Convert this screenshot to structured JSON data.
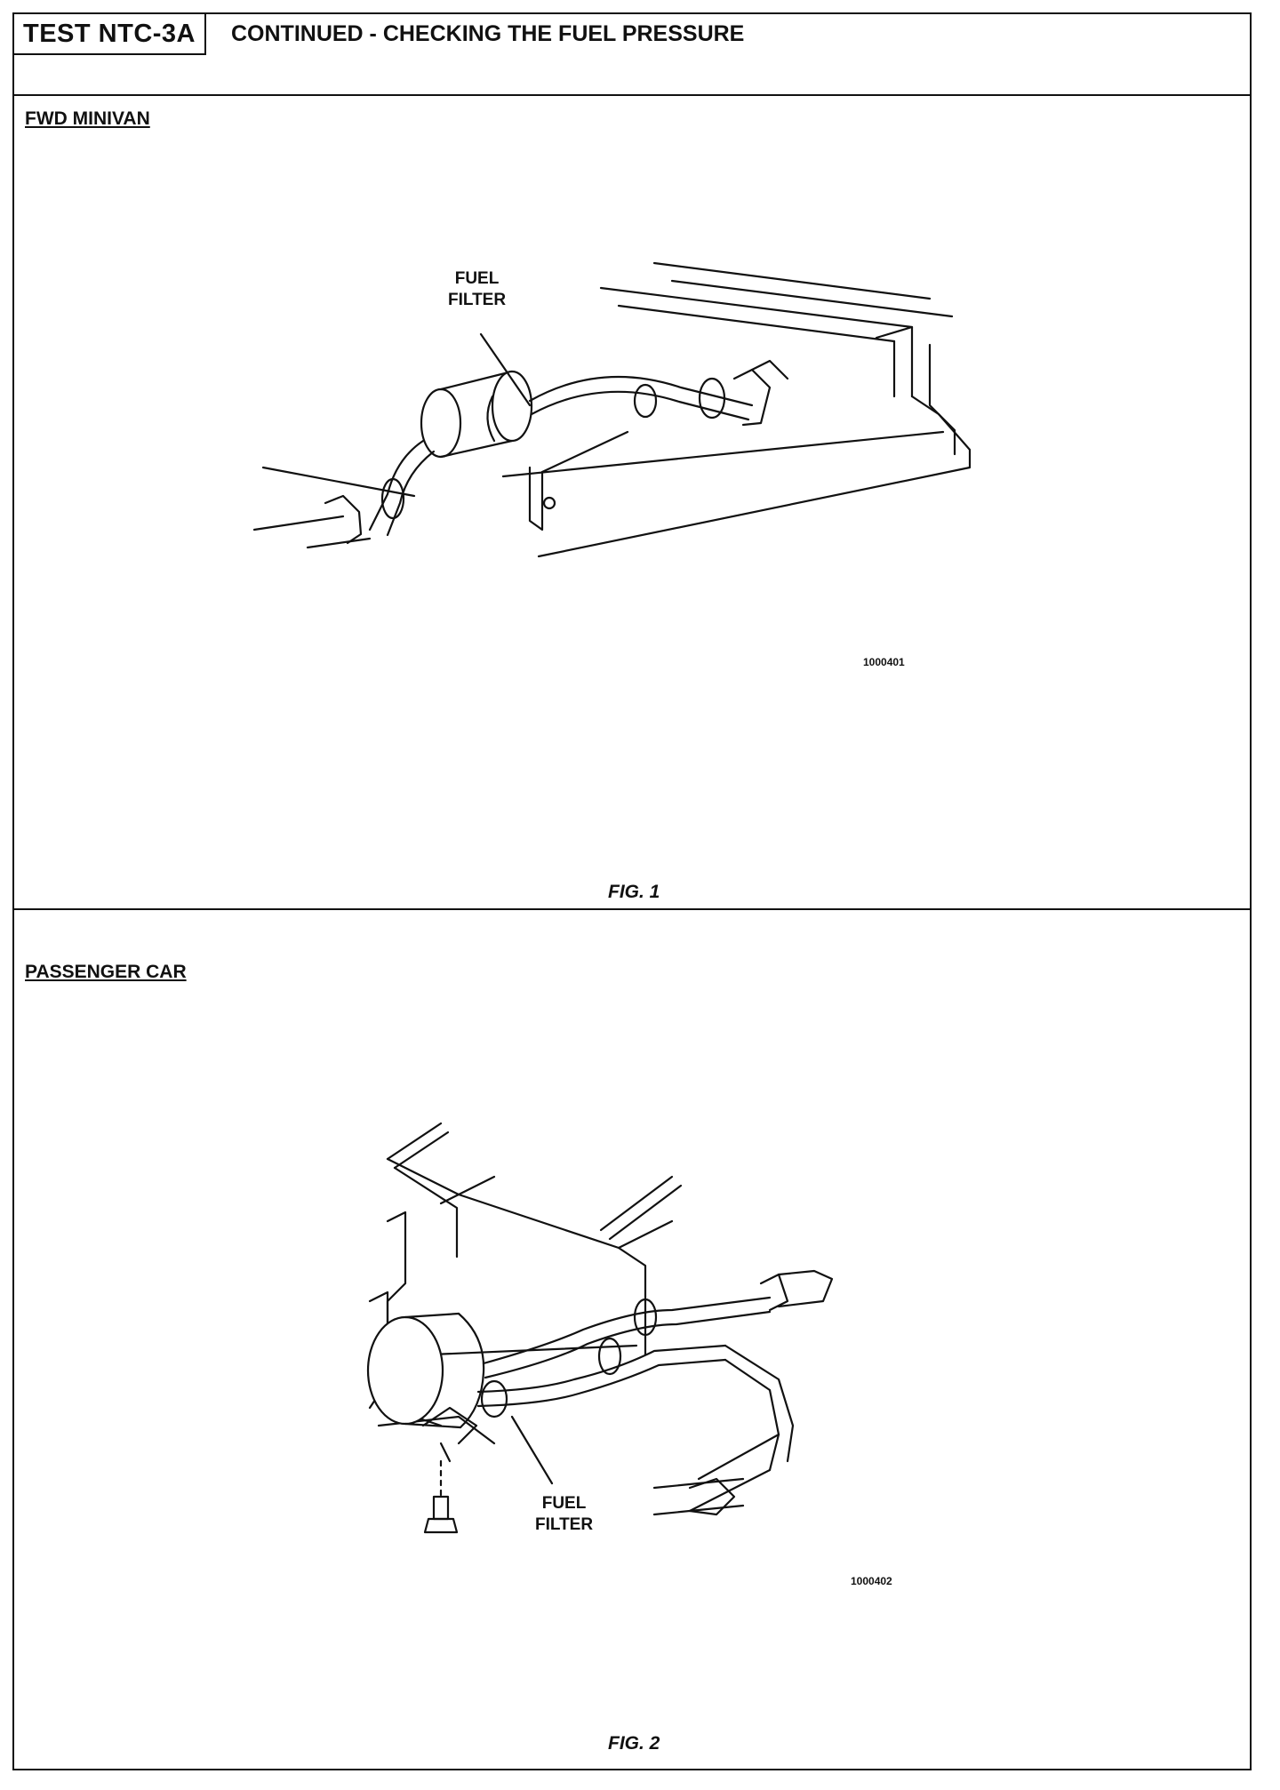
{
  "header": {
    "test_id": "TEST NTC-3A",
    "title": "CONTINUED - CHECKING THE FUEL PRESSURE"
  },
  "figure1": {
    "section_label": "FWD MINIVAN",
    "callout_line1": "FUEL",
    "callout_line2": "FILTER",
    "image_code": "1000401",
    "caption": "FIG. 1"
  },
  "figure2": {
    "section_label": "PASSENGER CAR",
    "callout_line1": "FUEL",
    "callout_line2": "FILTER",
    "image_code": "1000402",
    "caption": "FIG. 2"
  }
}
